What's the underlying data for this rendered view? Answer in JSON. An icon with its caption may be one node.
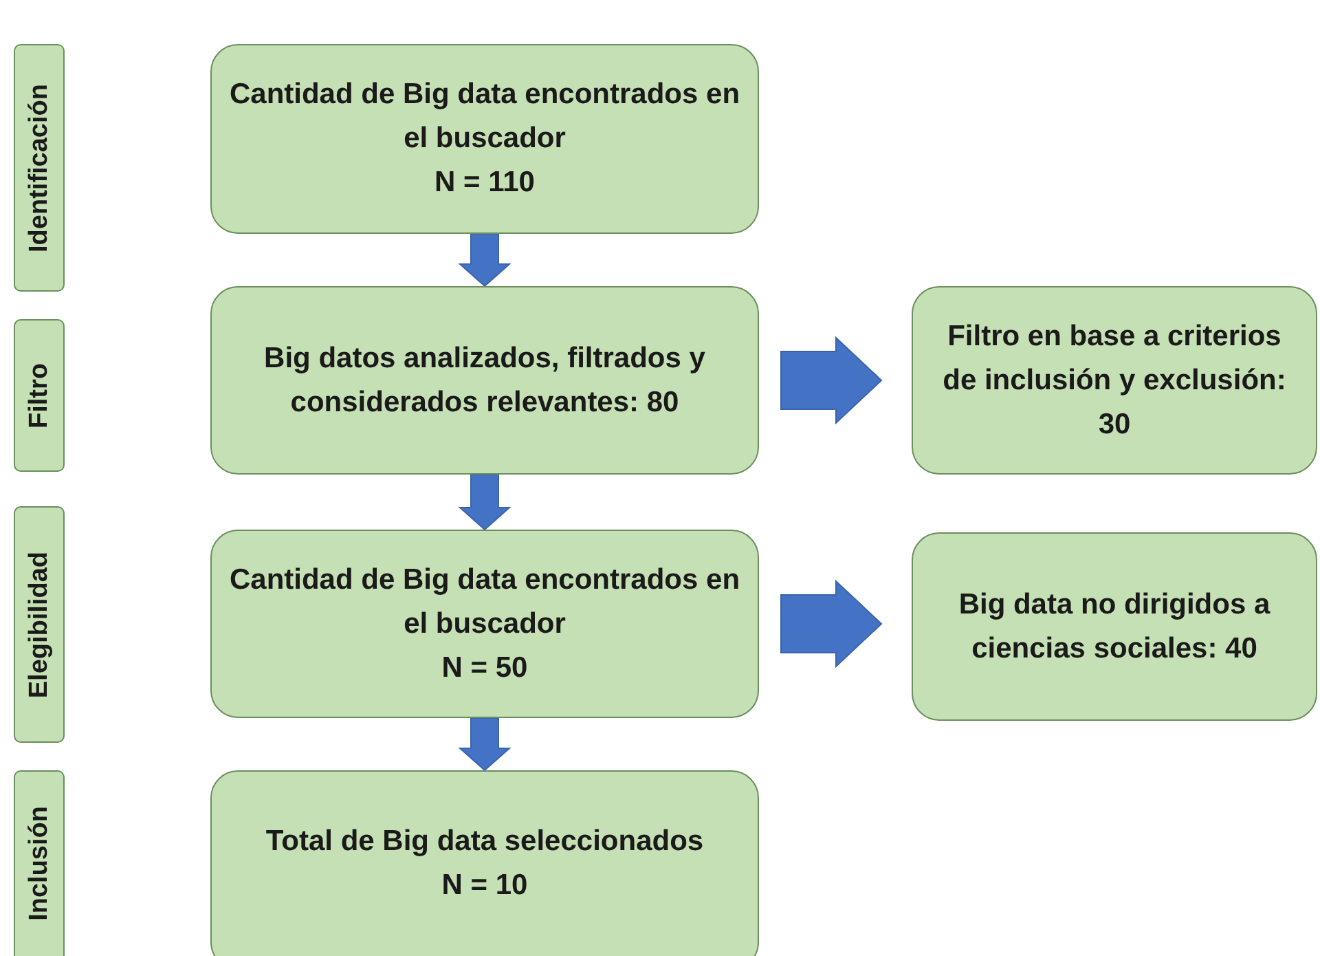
{
  "diagram": {
    "nodes": [
      {
        "text": [
          "Identificación"
        ]
      },
      {
        "text": [
          "Cantidad de Big data encontrados en el buscador",
          "N = 110"
        ]
      },
      {
        "text": [
          "Filtro"
        ]
      },
      {
        "text": [
          "Big datos analizados, filtrados y considerados relevantes: 80"
        ]
      },
      {
        "text": [
          "Filtro en base a criterios de inclusión y exclusión: 30"
        ]
      },
      {
        "text": [
          "Elegibilidad"
        ]
      },
      {
        "text": [
          "Cantidad de Big data encontrados en el buscador",
          "N = 50"
        ]
      },
      {
        "text": [
          "Big data no dirigidos a ciencias sociales: 40"
        ]
      },
      {
        "text": [
          "Inclusión"
        ]
      },
      {
        "text": [
          "Total de Big data seleccionados",
          "N = 10"
        ]
      }
    ],
    "edges": [
      {
        "from": 1,
        "to": 3,
        "arrow": "to"
      },
      {
        "from": 3,
        "to": 4,
        "arrow": "to"
      },
      {
        "from": 3,
        "to": 6,
        "arrow": "to"
      },
      {
        "from": 6,
        "to": 7,
        "arrow": "to"
      },
      {
        "from": 6,
        "to": 9,
        "arrow": "to"
      }
    ]
  }
}
